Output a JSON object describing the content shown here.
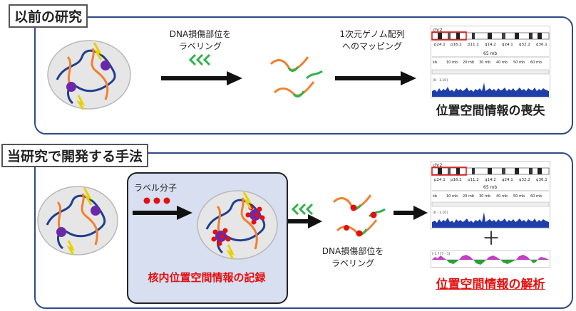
{
  "previous": {
    "tag": "以前の研究",
    "label_dna_line1": "DNA損傷部位を",
    "label_dna_line2": "ラベリング",
    "label_map_line1": "1次元ゲノム配列",
    "label_map_line2": "へのマッピング",
    "result": "位置空間情報の喪失"
  },
  "current": {
    "tag": "当研究で開発する手法",
    "label_molecule": "ラベル分子",
    "record": "核内位置空間情報の記録",
    "label_dna_line1": "DNA損傷部位を",
    "label_dna_line2": "ラベリング",
    "result": "位置空間情報の解析",
    "plus": "＋"
  },
  "genome_browser": {
    "chromosome": "chr2",
    "bands": [
      "p24.1",
      "p16.2",
      "p11.2",
      "q14.2",
      "q24.1",
      "q32.2",
      "q36.1"
    ],
    "scale_label": "65 mb",
    "ticks": [
      "kb",
      "10 mb",
      "20 mb",
      "30 mb",
      "40 mb",
      "50 mb",
      "60 mb"
    ],
    "track_range": "[0 - 1.10]",
    "track2_range": "[-1.777 - 1]"
  },
  "colors": {
    "panel_border": "#2f4a8a",
    "accent_red": "#e31010",
    "label_green": "#2fb34a",
    "chromatin_blue": "#1f3f8f",
    "damage_purple": "#6a2aa8",
    "highlight_bg": "#d8dff0"
  }
}
